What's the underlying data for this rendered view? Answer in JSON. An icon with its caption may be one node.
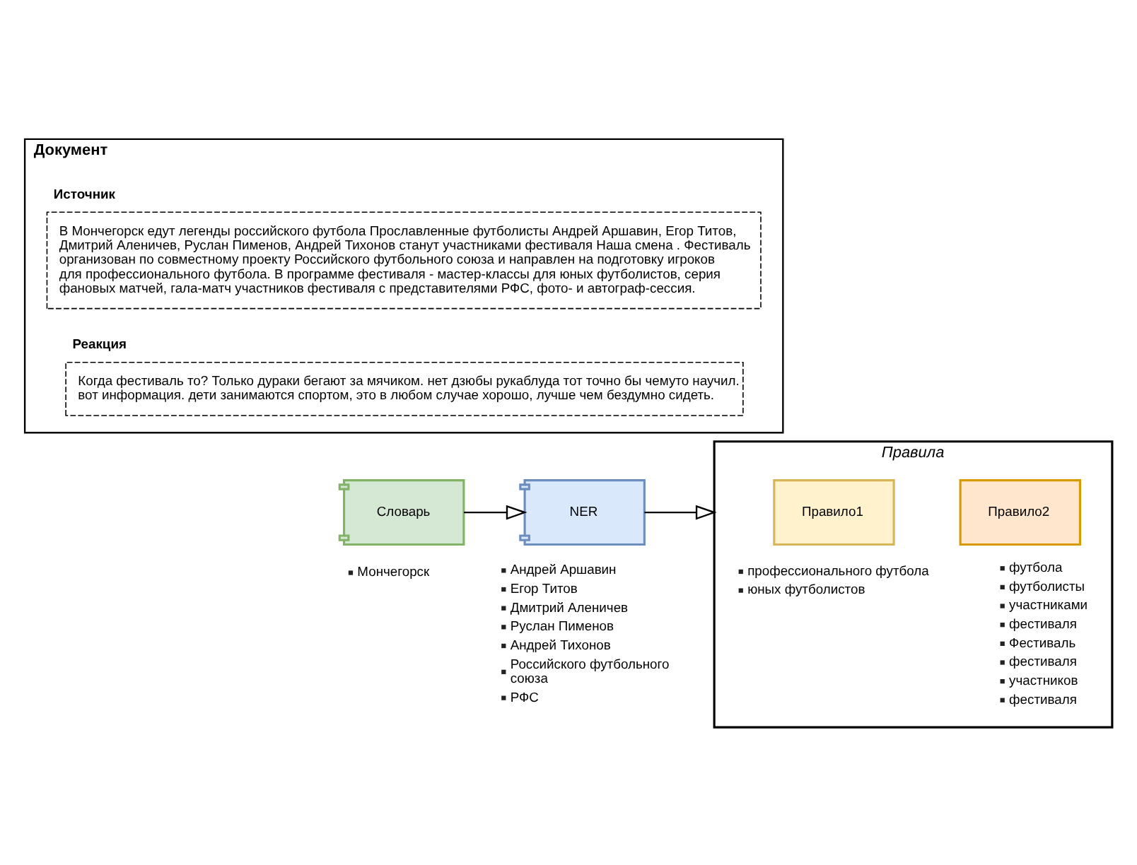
{
  "diagram": {
    "nodes": [
      {
        "text": [
          "Документ"
        ]
      },
      {
        "text": [
          "Источник",
          "В Мончегорск едут легенды российского футбола Прославленные футболисты Андрей Аршавин, Егор Титов, Дмитрий Аленичев, Руслан Пименов, Андрей Тихонов станут участниками фестиваля Наша смена . Фестиваль организован по совместному проекту Российского футбольного союза и направлен на подготовку игроков для профессионального футбола. В программе фестиваля - мастер-классы для юных футболистов, серия фановых матчей, гала-матч участников фестиваля с представителями РФС, фото- и автограф-сессия."
        ],
        "in": 0
      },
      {
        "text": [
          "Реакция",
          "Когда фестиваль то? Только дураки бегают за мячиком. нет дзюбы рукаблуда тот точно бы чемуто научил. вот информация. дети занимаются спортом, это в любом случае хорошо, лучше чем бездумно сидеть."
        ],
        "in": 0
      },
      {
        "text": [
          "Словарь"
        ],
        "beside": [
          "Мончегорск"
        ]
      },
      {
        "text": [
          "NER"
        ],
        "beside": [
          "Андрей Аршавин",
          "Егор Титов",
          "Дмитрий Аленичев",
          "Руслан Пименов",
          "Андрей Тихонов",
          "Российского футбольного союза",
          "РФС"
        ]
      },
      {
        "text": [
          "Правила"
        ]
      },
      {
        "text": [
          "Правило1"
        ],
        "in": 5,
        "beside": [
          "профессионального футбола",
          "юных футболистов"
        ]
      },
      {
        "text": [
          "Правило2"
        ],
        "in": 5,
        "beside": [
          "футбола",
          "футболисты",
          "участниками",
          "фестиваля",
          "Фестиваль",
          "фестиваля",
          "участников",
          "фестиваля"
        ]
      }
    ],
    "edges": [
      {
        "from": 3,
        "to": 4,
        "arrow": "to"
      },
      {
        "from": 4,
        "to": 5,
        "arrow": "to"
      }
    ]
  }
}
